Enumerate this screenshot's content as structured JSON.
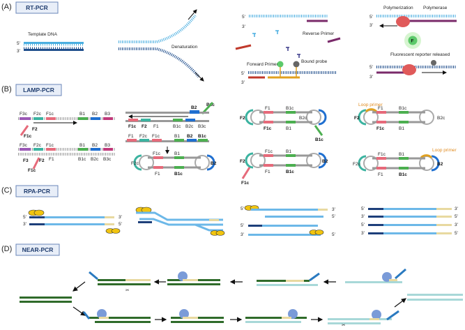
{
  "panels": {
    "a": {
      "letter": "(A)",
      "title": "RT-PCR"
    },
    "b": {
      "letter": "(B)",
      "title": "LAMP-PCR"
    },
    "c": {
      "letter": "(C)",
      "title": "RPA-PCR"
    },
    "d": {
      "letter": "(D)",
      "title": "NEAR-PCR"
    }
  },
  "rt": {
    "template_dna": "Template DNA",
    "denaturation": "Denaturation",
    "reverse_primer": "Reverse Primer",
    "forward_primer": "Forward Primer",
    "bound_probe": "Bound probe",
    "polymerization": "Polymerization",
    "polymerase": "Polymerase",
    "fluorescent": "Fluorescent reporter released",
    "f": "F",
    "five": "5'",
    "three": "3'"
  },
  "lamp": {
    "f3c": "F3c",
    "f2c": "F2c",
    "f1c": "F1c",
    "b1": "B1",
    "b2": "B2",
    "b3": "B3",
    "f3": "F3",
    "f2": "F2",
    "f1": "F1",
    "b1c": "B1c",
    "b2c": "B2c",
    "b3c": "B3c",
    "loop_primer": "Loop primer"
  },
  "colors": {
    "dna_light": "#4aaee0",
    "dna_dark": "#1f4e8c",
    "rpa_light": "#6cb8e8",
    "rpa_dark": "#1d3f7a",
    "beige": "#e8d9a0",
    "polymerase": "#e05a5a",
    "probe_green": "#5cc96a",
    "near_green": "#2f6b2a",
    "near_light": "#a8d8d8",
    "title_box": "#e8eef8"
  }
}
